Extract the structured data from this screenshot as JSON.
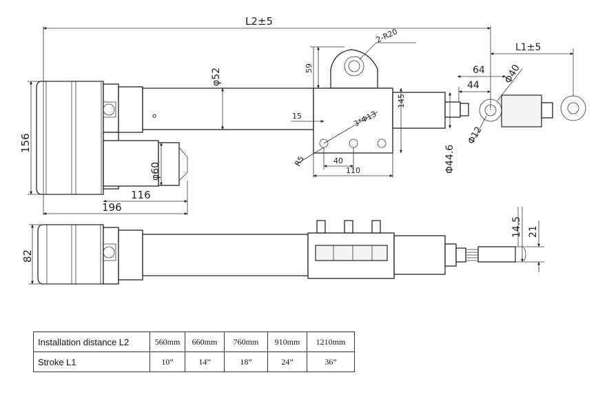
{
  "dimensions": {
    "l2": "L2±5",
    "l1": "L1±5",
    "d52": "φ52",
    "h59": "59",
    "r20": "2-R20",
    "d64": "64",
    "d40": "Φ40",
    "d44": "44",
    "h145": "145",
    "d15": "15",
    "holes": "3*Φ13",
    "d12": "Φ12",
    "d44_6": "Φ44.6",
    "r5": "R5",
    "d40b": "40",
    "d110": "110",
    "d156": "156",
    "d60": "φ60",
    "d116": "116",
    "d196": "196",
    "d82": "82",
    "d14_5": "14.5",
    "d21": "21",
    "small_o": "o"
  },
  "spec_table": {
    "rows": [
      {
        "label": "Installation distance L2",
        "values": [
          "560mm",
          "660mm",
          "760mm",
          "910mm",
          "1210mm"
        ]
      },
      {
        "label": "Stroke L1",
        "values": [
          "10”",
          "14”",
          "18”",
          "24”",
          "36”"
        ]
      }
    ]
  }
}
